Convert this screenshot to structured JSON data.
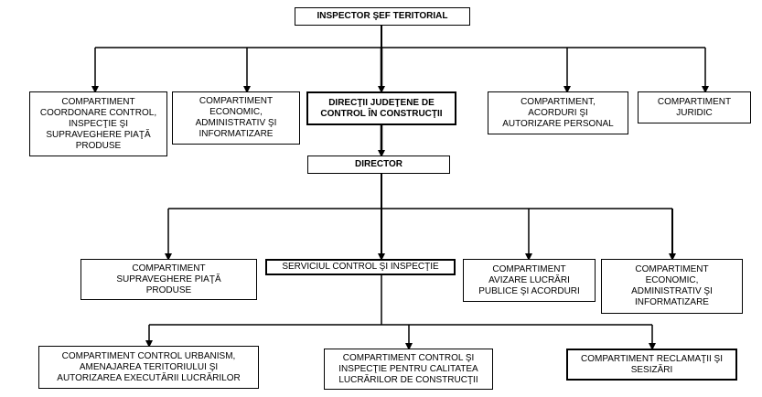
{
  "org_chart": {
    "top": "INSPECTOR ŞEF TERITORIAL",
    "level1": [
      "COMPARTIMENT\nCOORDONARE CONTROL,\nINSPECŢIE ŞI\nSUPRAVEGHERE PIAŢĂ\nPRODUSE",
      "COMPARTIMENT\nECONOMIC,\nADMINISTRATIV ŞI\nINFORMATIZARE",
      "DIRECŢII JUDEŢENE DE\nCONTROL ÎN CONSTRUCŢII",
      "COMPARTIMENT,\nACORDURI ŞI\nAUTORIZARE PERSONAL",
      "COMPARTIMENT\nJURIDIC"
    ],
    "director": "DIRECTOR",
    "level2": [
      "COMPARTIMENT\nSUPRAVEGHERE PIAŢĂ\nPRODUSE",
      "SERVICIUL CONTROL ŞI INSPECŢIE",
      "COMPARTIMENT\nAVIZARE LUCRĂRI\nPUBLICE ŞI ACORDURI",
      "COMPARTIMENT\nECONOMIC,\nADMINISTRATIV ŞI\nINFORMATIZARE"
    ],
    "level3": [
      "COMPARTIMENT CONTROL URBANISM,\nAMENAJAREA TERITORIULUI ŞI\nAUTORIZAREA EXECUTĂRII LUCRĂRILOR",
      "COMPARTIMENT CONTROL ŞI\nINSPECŢIE PENTRU CALITATEA\nLUCRĂRILOR DE CONSTRUCŢII",
      "COMPARTIMENT RECLAMAŢII ŞI\nSESIZĂRI"
    ]
  }
}
